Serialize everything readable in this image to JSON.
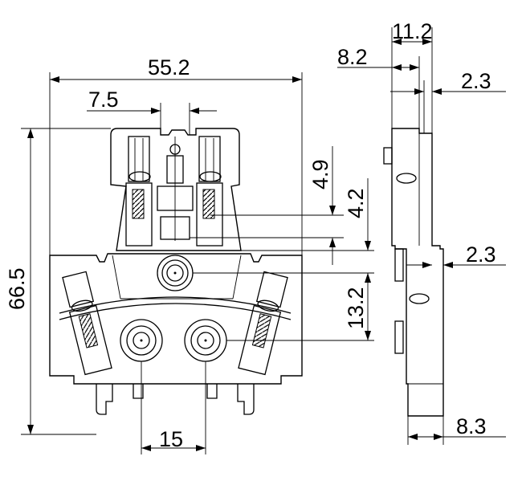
{
  "dimensions": {
    "overall_width": "55.2",
    "pin_offset": "7.5",
    "overall_height": "66.5",
    "pin_spacing": "15",
    "offset_4_9": "4.9",
    "offset_4_2": "4.2",
    "offset_13_2": "13.2",
    "side_width": "11.2",
    "side_inner": "8.2",
    "side_step_top": "2.3",
    "side_step_mid": "2.3",
    "side_base": "8.3"
  }
}
